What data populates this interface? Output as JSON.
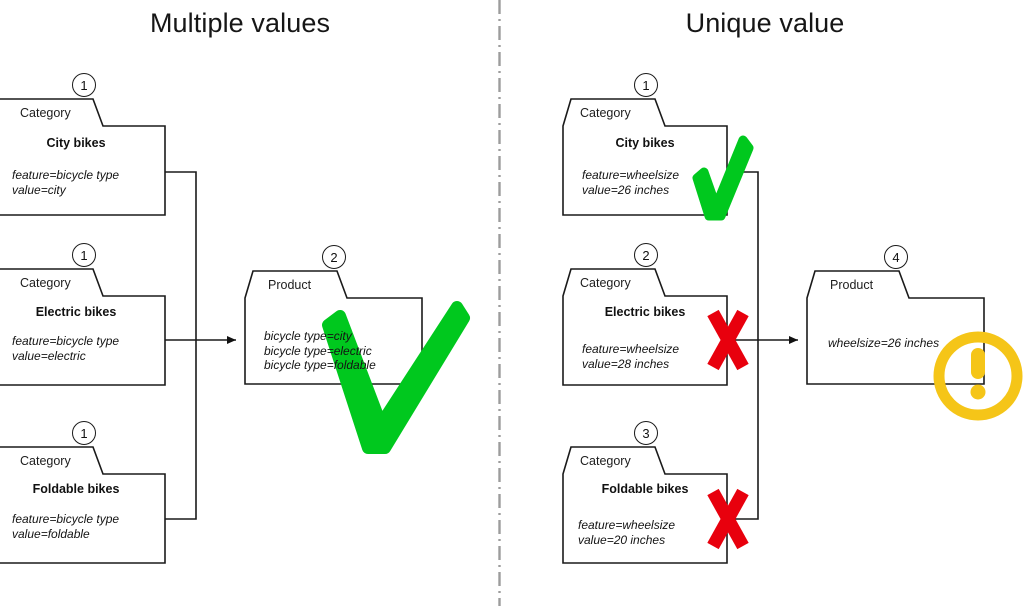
{
  "panels": {
    "left": {
      "title": "Multiple values"
    },
    "right": {
      "title": "Unique value"
    }
  },
  "colors": {
    "stroke": "#1a1a1a",
    "green": "#00c81e",
    "red": "#e8000d",
    "yellow": "#f5c518",
    "divider": "#999999",
    "background": "#ffffff"
  },
  "left_panel": {
    "categories": [
      {
        "badge": "1",
        "tab": "Category",
        "title": "City bikes",
        "line1": "feature=bicycle type",
        "line2": "value=city"
      },
      {
        "badge": "1",
        "tab": "Category",
        "title": "Electric bikes",
        "line1": "feature=bicycle type",
        "line2": "value=electric"
      },
      {
        "badge": "1",
        "tab": "Category",
        "title": "Foldable bikes",
        "line1": "feature=bicycle type",
        "line2": "value=foldable"
      }
    ],
    "product": {
      "badge": "2",
      "tab": "Product",
      "line1": "bicycle type=city",
      "line2": "bicycle type=electric",
      "line3": "bicycle type=foldable"
    },
    "verdict_icon": "check-icon"
  },
  "right_panel": {
    "categories": [
      {
        "badge": "1",
        "tab": "Category",
        "title": "City bikes",
        "line1": "feature=wheelsize",
        "line2": "value=26 inches",
        "mark": "check-icon"
      },
      {
        "badge": "2",
        "tab": "Category",
        "title": "Electric bikes",
        "line1": "feature=wheelsize",
        "line2": "value=28 inches",
        "mark": "cross-icon"
      },
      {
        "badge": "3",
        "tab": "Category",
        "title": "Foldable bikes",
        "line1": "feature=wheelsize",
        "line2": "value=20 inches",
        "mark": "cross-icon"
      }
    ],
    "product": {
      "badge": "4",
      "tab": "Product",
      "line1": "wheelsize=26 inches"
    },
    "verdict_icon": "warning-icon"
  }
}
